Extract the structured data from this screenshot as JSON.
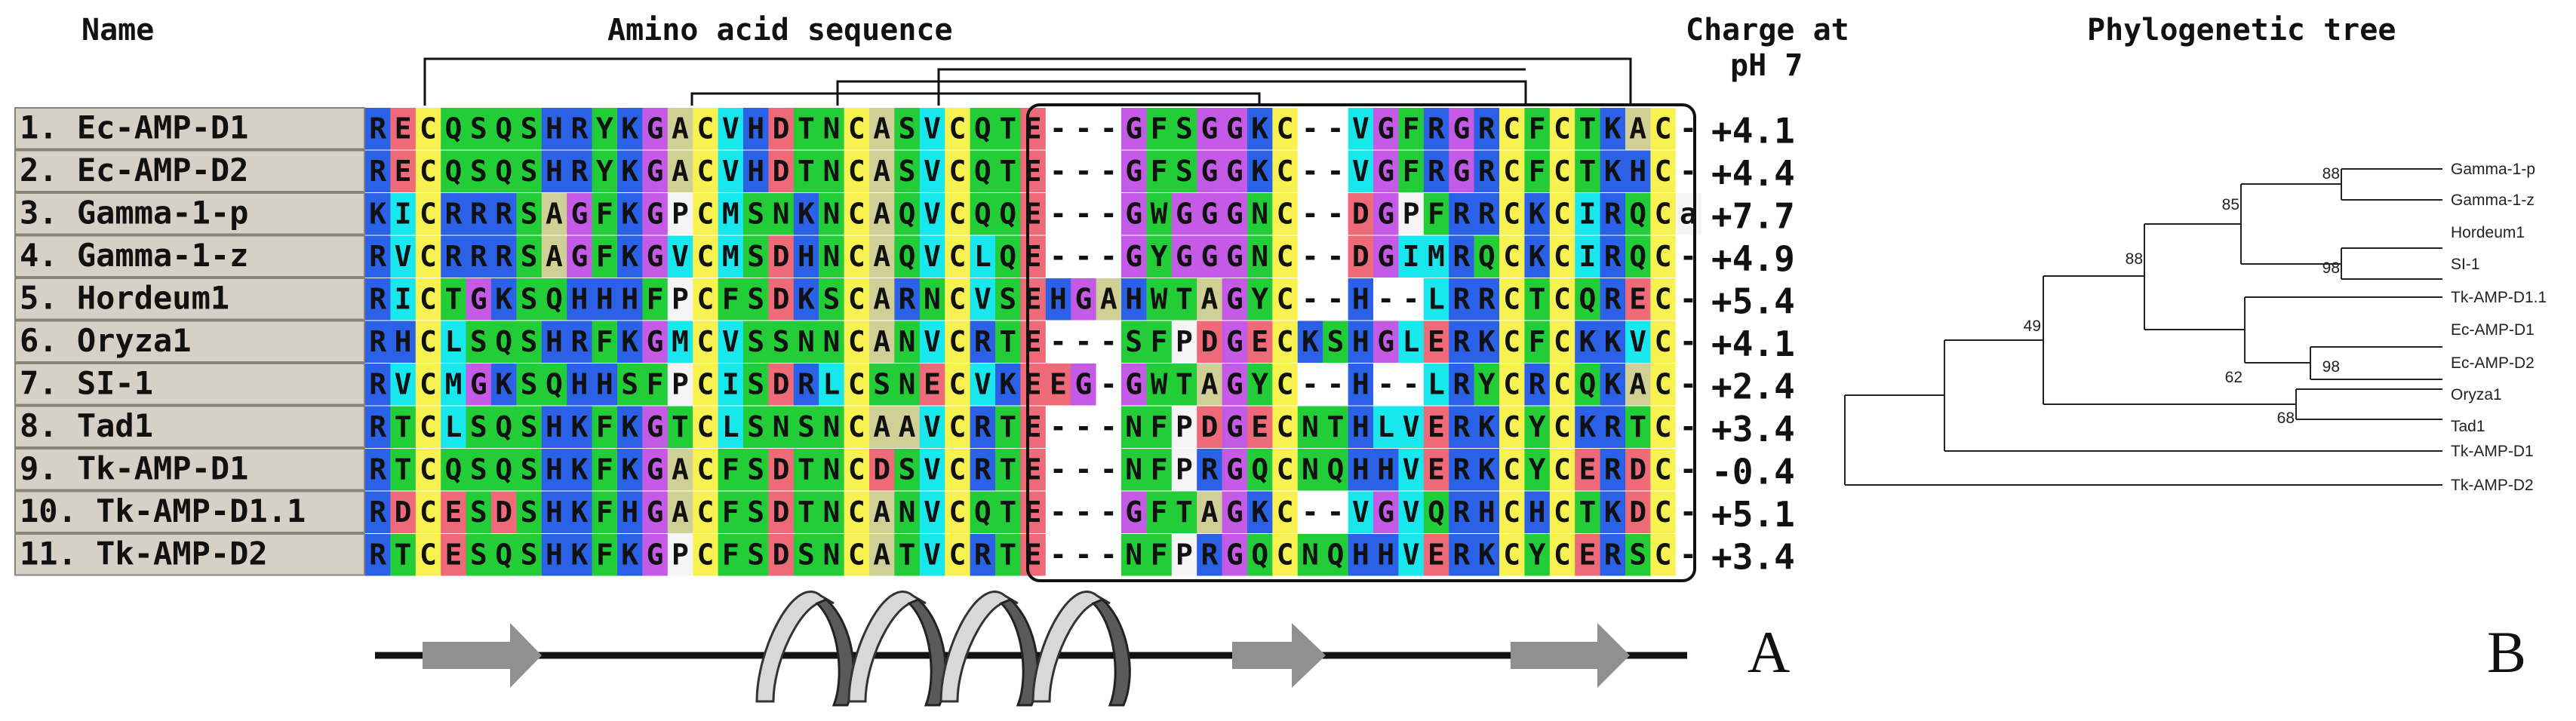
{
  "headers": {
    "name": "Name",
    "sequence": "Amino acid sequence",
    "charge_line1": "Charge at",
    "charge_line2": "pH 7",
    "tree": "Phylogenetic tree"
  },
  "rows": [
    {
      "name": "1. Ec-AMP-D1",
      "seq": "RECQSQSHRYKGACVHDTNCASVCQTE---GFSGGKC--VGFRGRCFCTKAC-",
      "charge": "+4.1"
    },
    {
      "name": "2. Ec-AMP-D2",
      "seq": "RECQSQSHRYKGACVHDTNCASVCQTE---GFSGGKC--VGFRGRCFCTKHC-",
      "charge": "+4.4"
    },
    {
      "name": "3. Gamma-1-p",
      "seq": "KICRRRSAGFKGPCMSNKNCAQVCQQE---GWGGGNC--DGPFRRCKCIRQCa",
      "charge": "+7.7"
    },
    {
      "name": "4. Gamma-1-z",
      "seq": "RVCRRRSAGFKGVCMSDHNCAQVCLQE---GYGGGNC--DGIMRQCKCIRQC-",
      "charge": "+4.9"
    },
    {
      "name": "5. Hordeum1",
      "seq": "RICTGKSQHHHFPCFSDKSCARNCVSEHGAHWTAGYC--H--LRRCTCQREC-",
      "charge": "+5.4"
    },
    {
      "name": "6. Oryza1",
      "seq": "RHCLSQSHRFKGMCVSSNNCANVCRTE---SFPDGECKSHGLERKCFCKKVC-",
      "charge": "+4.1"
    },
    {
      "name": "7. SI-1",
      "seq": "RVCMGKSQHHSFPCISDRLCSNECVKEEG-GWTAGYC--H--LRYCRCQKAC-",
      "charge": "+2.4"
    },
    {
      "name": "8. Tad1",
      "seq": "RTCLSQSHKFKGTCLSNSNCAAVCRTE---NFPDGECNTHLVERKCYCKRTC-",
      "charge": "+3.4"
    },
    {
      "name": "9. Tk-AMP-D1",
      "seq": "RTCQSQSHKFKGACFSDTNCDSVCRTE---NFPRGQCNQHHVERKCYCERDC-",
      "charge": "-0.4"
    },
    {
      "name": "10. Tk-AMP-D1.1",
      "seq": "RDCESDSHKFHGACFSDTNCANVCQTE---GFTAGKC--VGVQRHCHCTKDC-",
      "charge": "+5.1"
    },
    {
      "name": "11. Tk-AMP-D2",
      "seq": "RTCESQSHKFKGPCFSDSNCATVCRTE---NFPRGQCNQHHVERKCYCERSC-",
      "charge": "+3.4"
    }
  ],
  "residue_colors": {
    "A": "#cfcf96",
    "C": "#f7f251",
    "D": "#ee6a78",
    "E": "#ee6a78",
    "F": "#22cd38",
    "G": "#c45ae6",
    "H": "#2b61e6",
    "I": "#18e7ed",
    "K": "#2b61e6",
    "L": "#18e7ed",
    "M": "#18e7ed",
    "N": "#22cd38",
    "P": "#f5f5f5",
    "Q": "#22cd38",
    "R": "#2b61e6",
    "S": "#22cd38",
    "T": "#22cd38",
    "V": "#18e7ed",
    "W": "#22cd38",
    "Y": "#22cd38",
    "a": "#f5f5f5",
    "-": "#ffffff"
  },
  "name_box_color": "#d6d0c6",
  "tree": {
    "leaves": [
      "Gamma-1-p",
      "Gamma-1-z",
      "Hordeum1",
      "SI-1",
      "Tk-AMP-D1.1",
      "Ec-AMP-D1",
      "Ec-AMP-D2",
      "Oryza1",
      "Tad1",
      "Tk-AMP-D1",
      "Tk-AMP-D2"
    ],
    "bootstrap": [
      "88",
      "85",
      "98",
      "88",
      "62",
      "98",
      "49",
      "68"
    ]
  },
  "panel_labels": [
    "A",
    "B"
  ],
  "structure_icons": [
    "beta-strand-arrow-icon",
    "alpha-helix-icon",
    "beta-strand-arrow-icon",
    "beta-strand-arrow-icon"
  ]
}
